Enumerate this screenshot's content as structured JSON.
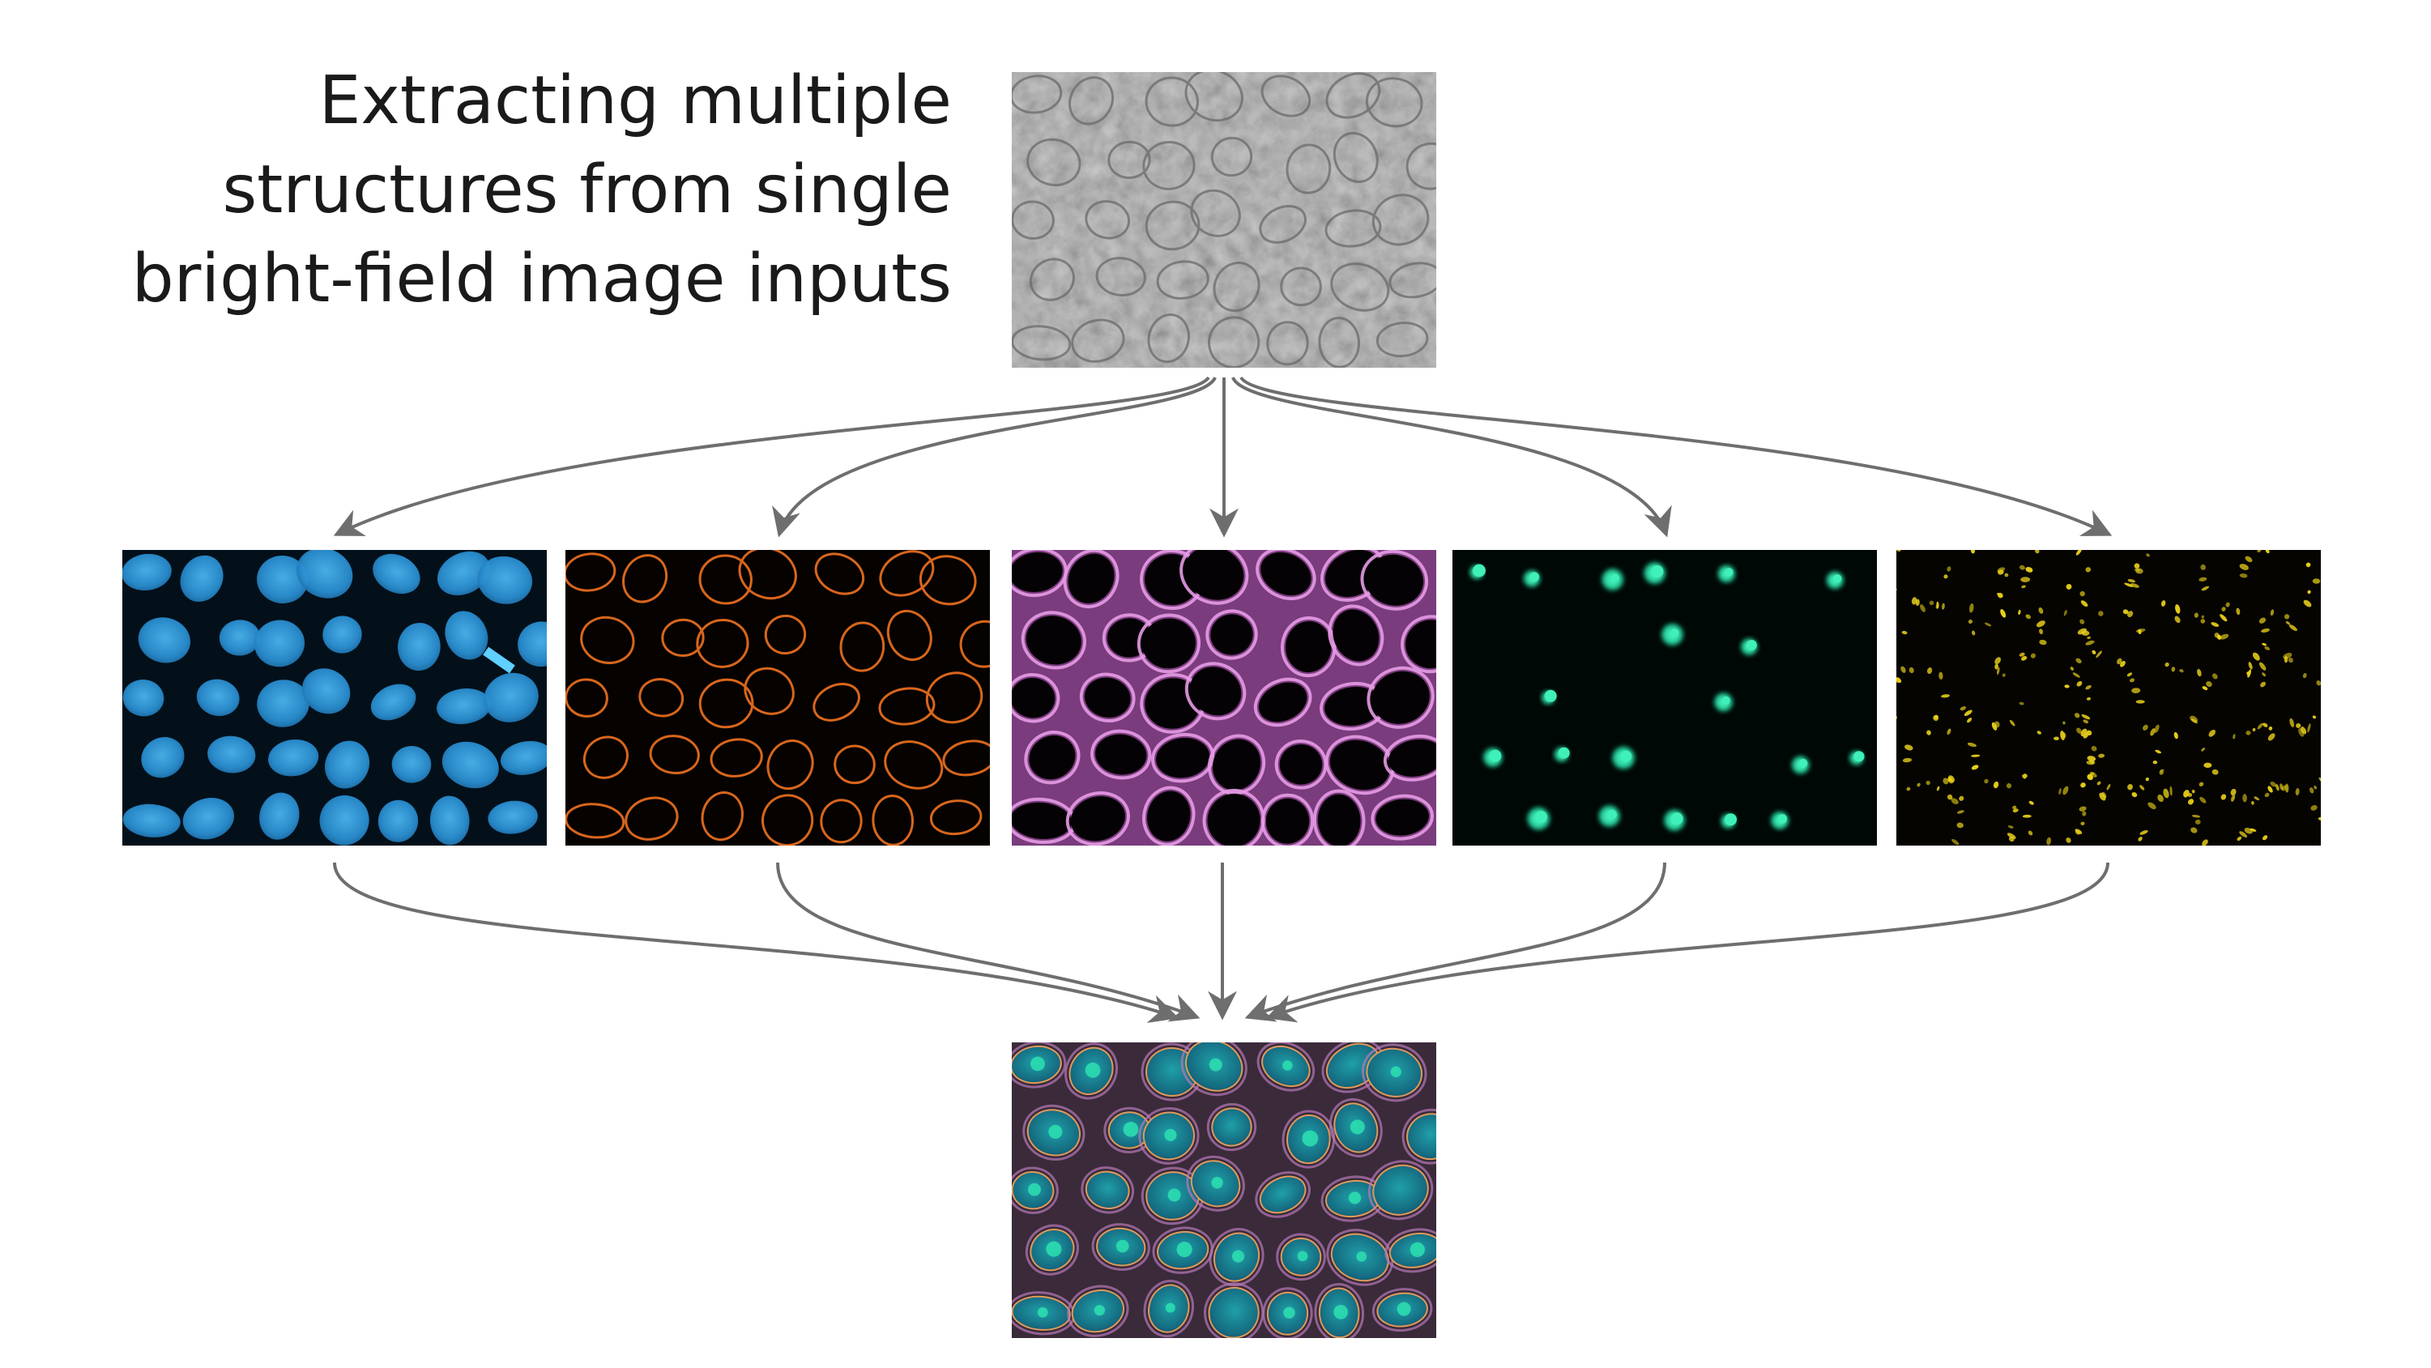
{
  "title": {
    "lines": [
      "Extracting multiple",
      "structures from single",
      "bright-field image inputs"
    ]
  },
  "colors": {
    "arrow": "#6e6e6e",
    "text": "#1a1a1a",
    "bright_field": "#9a9a9a",
    "channel_blue": "#2a9ad8",
    "channel_orange": "#d8661c",
    "channel_pink": "#c76ec9",
    "channel_green": "#18d0a0",
    "channel_yellow": "#e8cf1a"
  },
  "panels": {
    "input": {
      "icon": "bright-field-microscopy-image"
    },
    "outputs": [
      {
        "icon": "nuclei-fluorescence-image",
        "color": "#2a9ad8"
      },
      {
        "icon": "nuclear-envelope-fluorescence-image",
        "color": "#d8661c"
      },
      {
        "icon": "cell-membrane-fluorescence-image",
        "color": "#c76ec9"
      },
      {
        "icon": "nucleoli-fluorescence-image",
        "color": "#18d0a0"
      },
      {
        "icon": "mitochondria-fluorescence-image",
        "color": "#e8cf1a"
      }
    ],
    "merged": {
      "icon": "merged-composite-image"
    }
  }
}
